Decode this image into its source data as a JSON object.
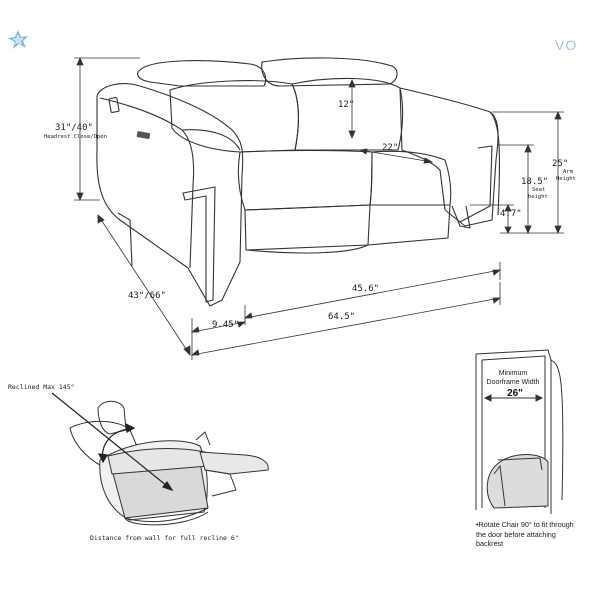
{
  "brand": {
    "text": "VO",
    "accent_color": "#9dc4e8"
  },
  "dimensions": {
    "headrest_height": "31\"/40\"",
    "headrest_caption": "Headrest Close/Open",
    "backrest_height": "12\"",
    "seat_depth": "22\"",
    "arm_height": "25\"",
    "arm_height_caption_1": "Arm",
    "arm_height_caption_2": "Height",
    "seat_height": "18.5\"",
    "seat_height_caption_1": "Seat",
    "seat_height_caption_2": "height",
    "leg_height": "4.7\"",
    "overall_depth": "43\"/66\"",
    "seat_width": "45.6\"",
    "arm_width": "9.45\"",
    "overall_width": "64.5\""
  },
  "recliner": {
    "reclined_max": "Reclined Max 145°",
    "wall_distance": "Distance from wall for full recline 6\""
  },
  "doorframe": {
    "title": "Minimum Doorframe Width",
    "width": "26\"",
    "note": "•Rotate Chair 90° to fit through the door before attaching backrest"
  }
}
